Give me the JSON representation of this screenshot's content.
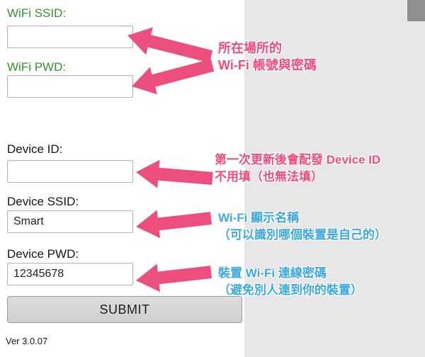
{
  "form": {
    "fields": [
      {
        "label": "WiFi SSID:",
        "value": ""
      },
      {
        "label": "WiFi PWD:",
        "value": ""
      },
      {
        "label": "Device ID:",
        "value": ""
      },
      {
        "label": "Device SSID:",
        "value": "Smart"
      },
      {
        "label": "Device PWD:",
        "value": "12345678"
      }
    ],
    "submit_label": "SUBMIT",
    "version_label": "Ver 3.0.07"
  },
  "annotations": [
    {
      "color": "#ee4d7e",
      "lines": [
        "所在場所的",
        "Wi-Fi 帳號與密碼"
      ]
    },
    {
      "color": "#ee4d7e",
      "lines": [
        "第一次更新後會配發 Device ID",
        "不用填（也無法填）"
      ]
    },
    {
      "color": "#3fa9dc",
      "lines": [
        "Wi-Fi 顯示名稱",
        "（可以識別哪個裝置是自己的）"
      ]
    },
    {
      "color": "#3fa9dc",
      "lines": [
        "裝置 Wi-Fi 連線密碼",
        "（避免別人連到你的裝置）"
      ]
    }
  ],
  "colors": {
    "green_label": "#2f962f",
    "black_label": "#151515",
    "arrow_pink": "#ec4e7e",
    "annotation_pink": "#ee4d7e",
    "annotation_blue": "#3fa9dc",
    "panel_gray": "#e7e7e7",
    "corner_gray": "#8f8f8f"
  }
}
